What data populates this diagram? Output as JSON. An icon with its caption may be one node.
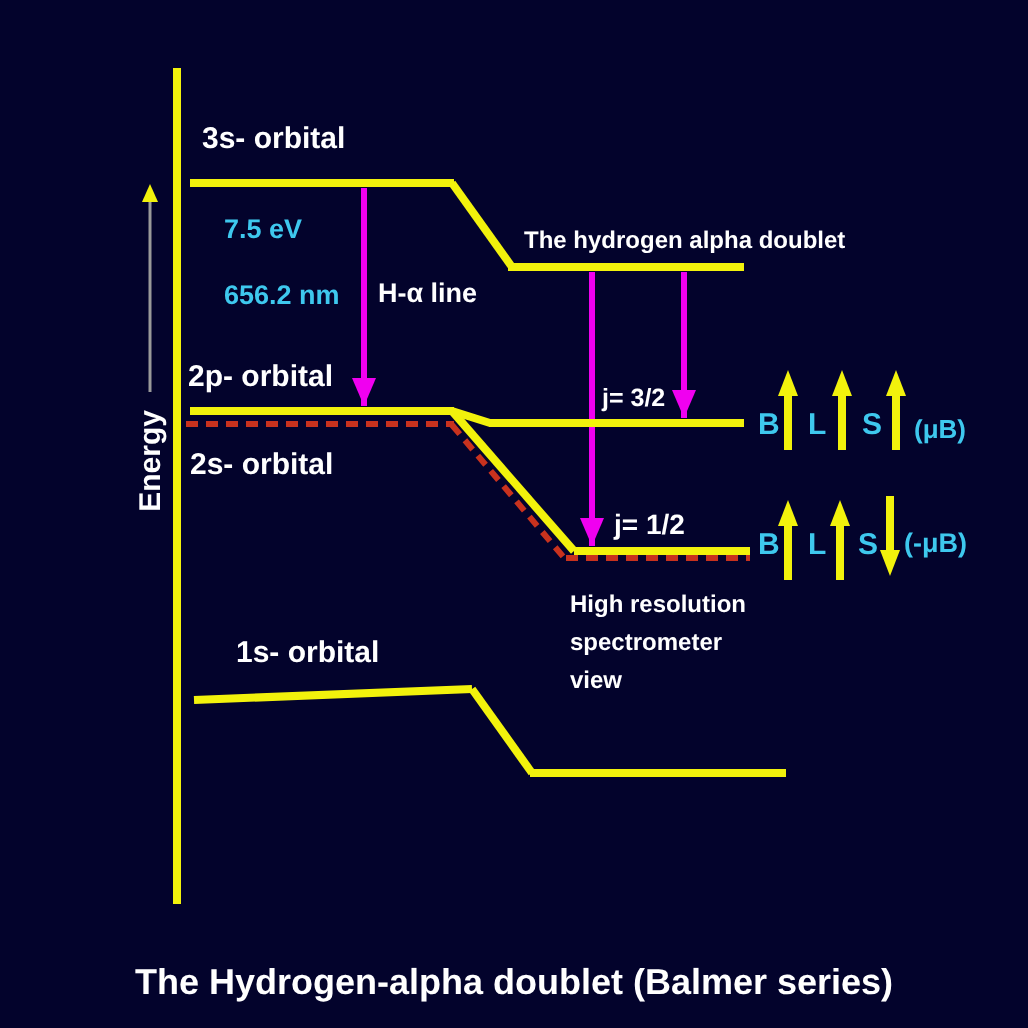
{
  "diagram": {
    "caption": "The Hydrogen-alpha doublet (Balmer series)",
    "nodes": [
      {
        "text": [
          "3s- orbital"
        ]
      },
      {
        "text": [
          "The hydrogen alpha doublet"
        ]
      },
      {
        "text": [
          "2p- orbital"
        ]
      },
      {
        "text": [
          "j= 3/2"
        ],
        "beside": [
          "B",
          "L",
          "S",
          "(μB)"
        ]
      },
      {
        "text": [
          "2s- orbital"
        ]
      },
      {
        "text": [
          "j= 1/2"
        ],
        "beside": [
          "B",
          "L",
          "S",
          "(-μB)"
        ]
      },
      {
        "text": [
          "1s- orbital"
        ]
      },
      {
        "text": [],
        "shape": "bar"
      }
    ],
    "edges": [
      {
        "from": 0,
        "to": 1,
        "arrow": "none"
      },
      {
        "from": 0,
        "to": 2,
        "arrow": "to",
        "label": "H-α line",
        "color": "#f000f0"
      },
      {
        "from": 1,
        "to": 5,
        "arrow": "to",
        "color": "#f000f0"
      },
      {
        "from": 1,
        "to": 3,
        "arrow": "to",
        "color": "#f000f0"
      },
      {
        "from": 2,
        "to": 3,
        "arrow": "none"
      },
      {
        "from": 2,
        "to": 5,
        "arrow": "none"
      },
      {
        "from": 4,
        "to": 5,
        "arrow": "none",
        "style": "dashed",
        "color": "#c8321e"
      },
      {
        "from": 6,
        "to": 7,
        "arrow": "none"
      }
    ],
    "labels": [
      "7.5 eV",
      "656.2 nm",
      "Energy",
      "High resolution spectrometer view"
    ]
  }
}
